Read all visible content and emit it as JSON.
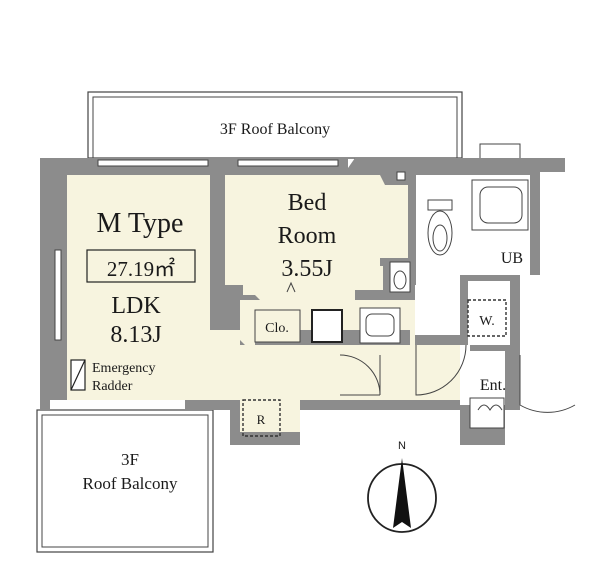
{
  "rooms": {
    "roof_balcony_top": "3F Roof Balcony",
    "type_name": "M Type",
    "area": "27.19㎡",
    "ldk_label": "LDK",
    "ldk_size": "8.13J",
    "bedroom_line1": "Bed",
    "bedroom_line2": "Room",
    "bedroom_size": "3.55J",
    "closet": "Clo.",
    "unit_bath": "UB",
    "washer": "W.",
    "entrance": "Ent.",
    "refrigerator": "R",
    "emergency_line1": "Emergency",
    "emergency_line2": "Radder",
    "roof_balcony_bottom_line1": "3F",
    "roof_balcony_bottom_line2": "Roof Balcony"
  },
  "compass": {
    "north_label": "N"
  },
  "colors": {
    "floor": "#f7f4df",
    "wall": "#8c8c8c",
    "line": "#3a3a3a"
  }
}
